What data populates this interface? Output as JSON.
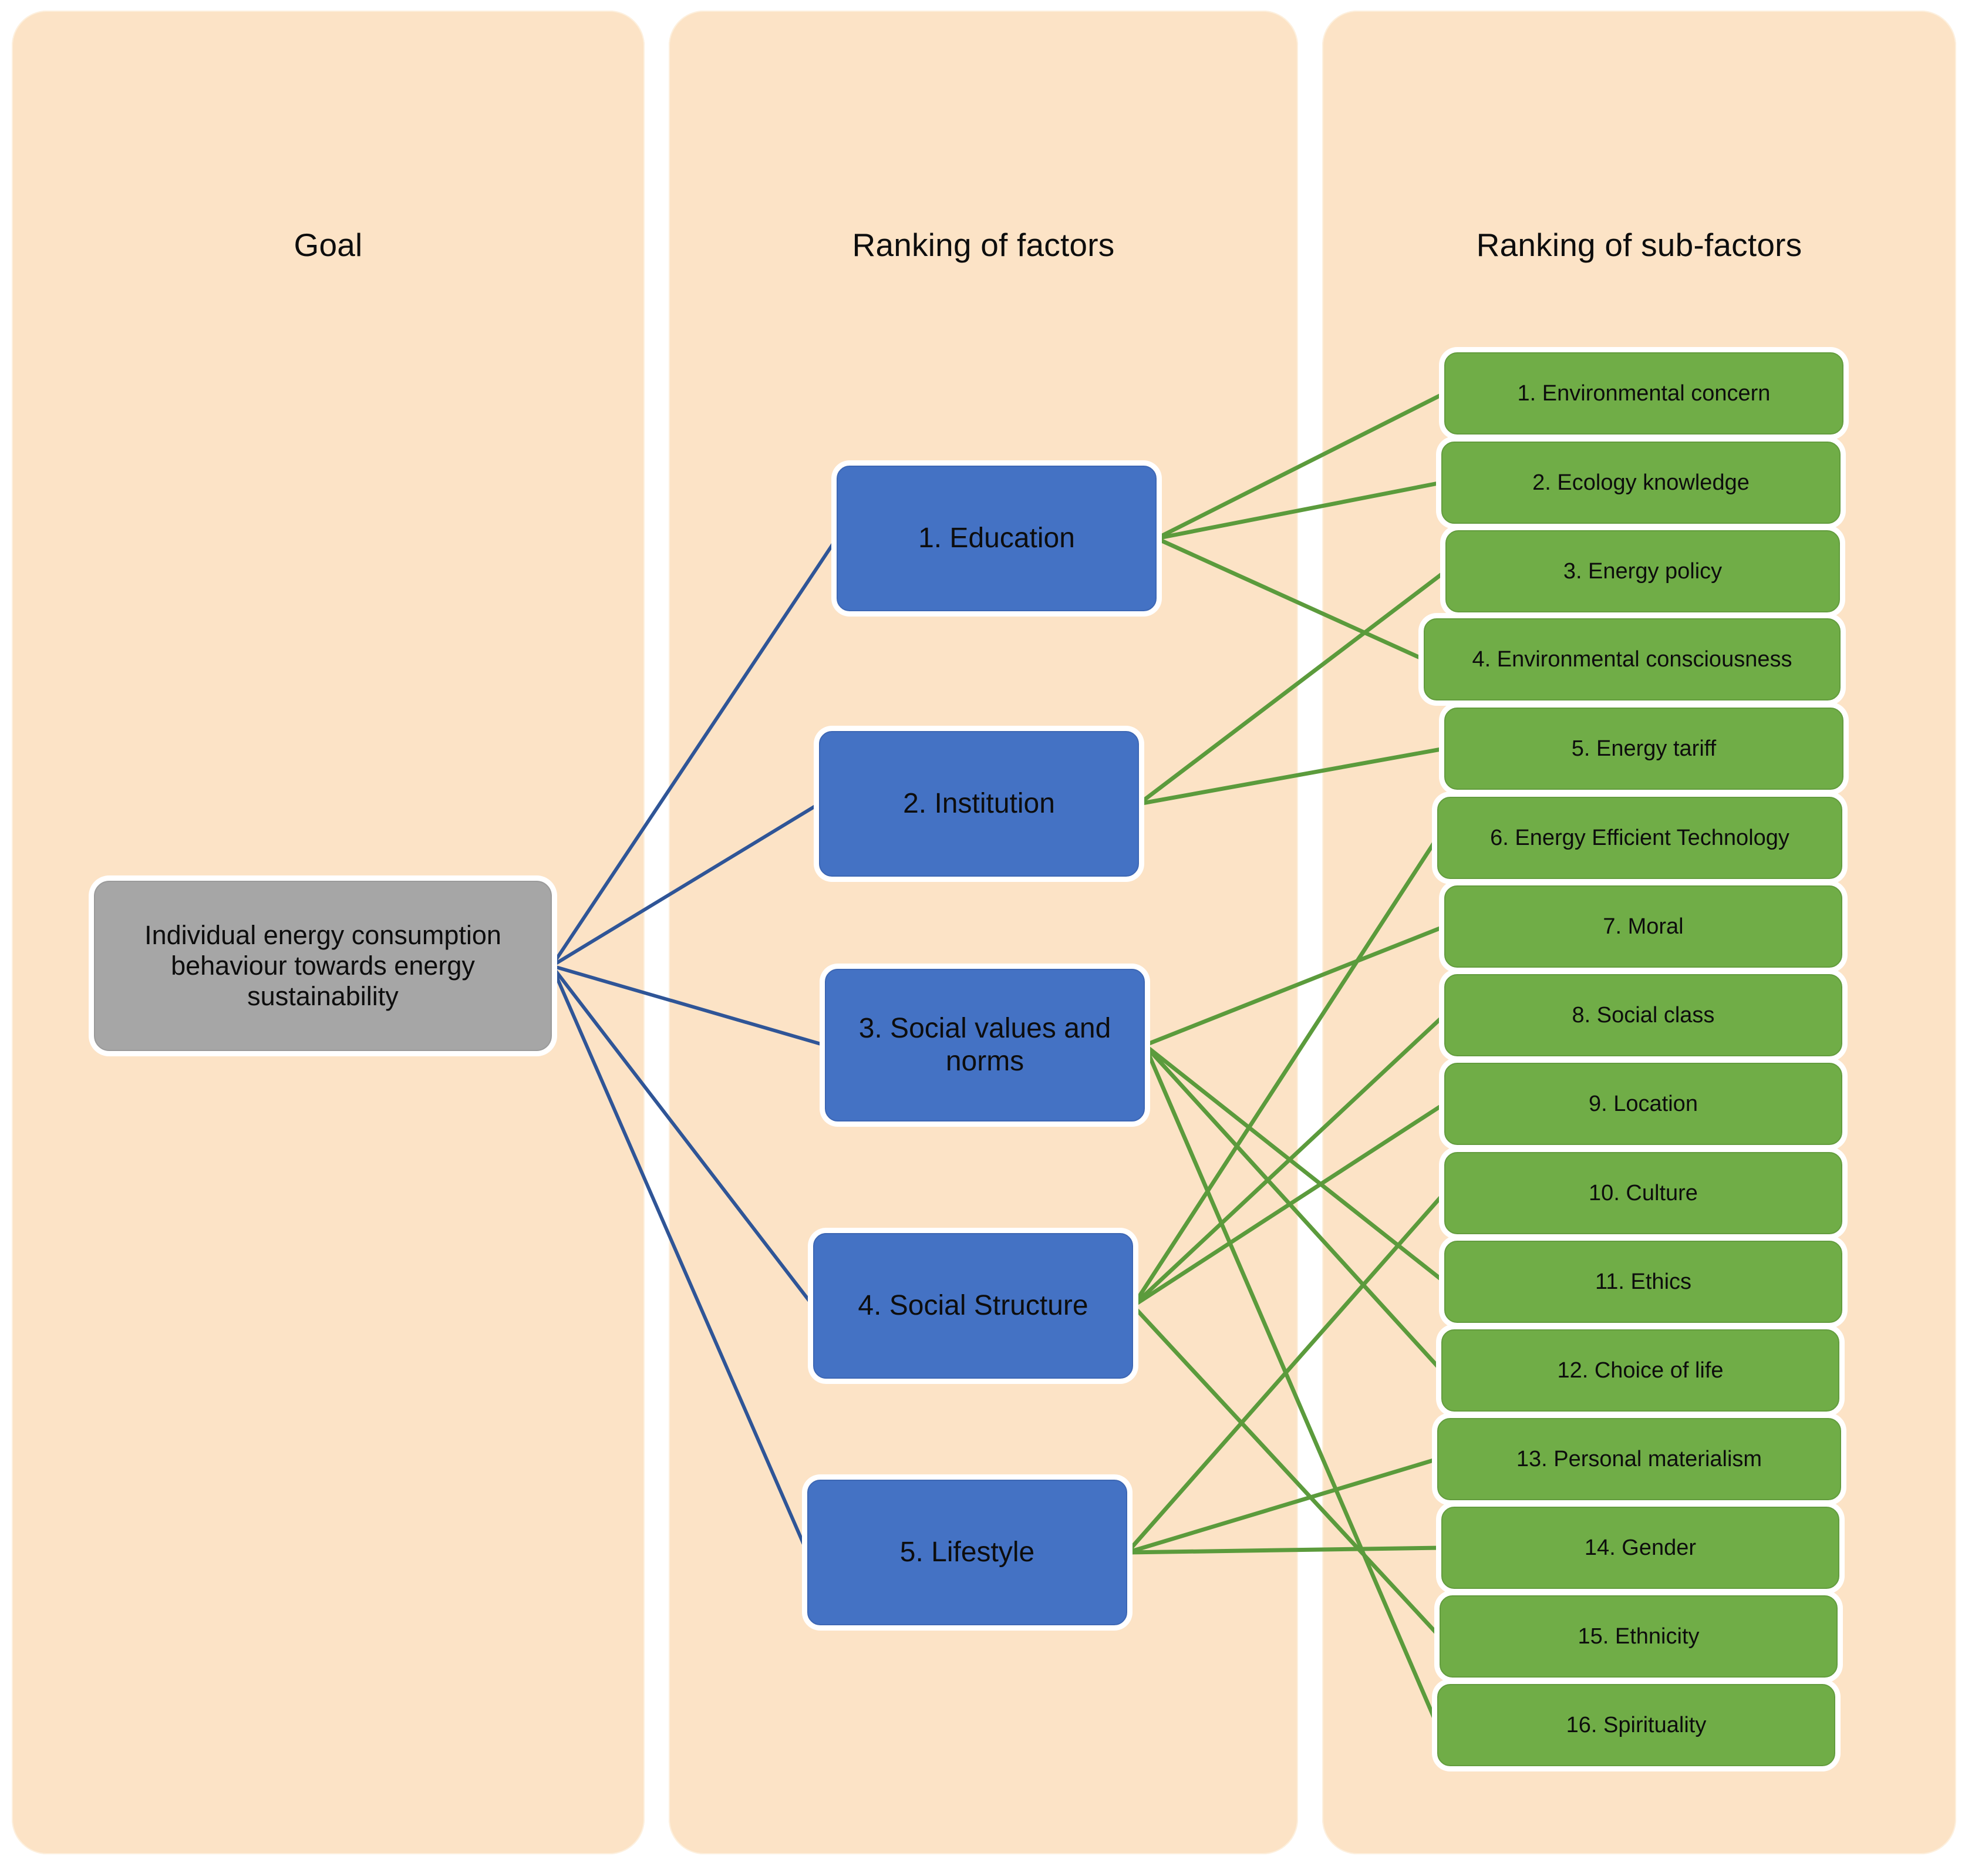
{
  "panels": {
    "goal": {
      "title": "Goal"
    },
    "factors": {
      "title": "Ranking of factors"
    },
    "subfactors": {
      "title": "Ranking of sub-factors"
    }
  },
  "goal_node": {
    "label": "Individual energy consumption behaviour towards energy sustainability",
    "color": "#A6A6A6"
  },
  "factors": [
    {
      "id": 1,
      "label": "1. Education"
    },
    {
      "id": 2,
      "label": "2. Institution"
    },
    {
      "id": 3,
      "label": "3. Social values and norms"
    },
    {
      "id": 4,
      "label": "4. Social Structure"
    },
    {
      "id": 5,
      "label": "5. Lifestyle"
    }
  ],
  "subfactors": [
    {
      "id": 1,
      "label": "1. Environmental concern"
    },
    {
      "id": 2,
      "label": "2. Ecology knowledge"
    },
    {
      "id": 3,
      "label": "3. Energy policy"
    },
    {
      "id": 4,
      "label": "4. Environmental consciousness"
    },
    {
      "id": 5,
      "label": "5. Energy tariff"
    },
    {
      "id": 6,
      "label": "6. Energy Efficient Technology"
    },
    {
      "id": 7,
      "label": "7. Moral"
    },
    {
      "id": 8,
      "label": "8. Social class"
    },
    {
      "id": 9,
      "label": "9. Location"
    },
    {
      "id": 10,
      "label": "10. Culture"
    },
    {
      "id": 11,
      "label": "11. Ethics"
    },
    {
      "id": 12,
      "label": "12. Choice of life"
    },
    {
      "id": 13,
      "label": "13. Personal materialism"
    },
    {
      "id": 14,
      "label": "14. Gender"
    },
    {
      "id": 15,
      "label": "15. Ethnicity"
    },
    {
      "id": 16,
      "label": "16. Spirituality"
    }
  ],
  "colors": {
    "panel_background": "#FCE3C6",
    "goal_node": "#A6A6A6",
    "factor_node": "#4472C4",
    "subfactor_node": "#70AD47",
    "goal_link": "#2F5597",
    "subfactor_link": "#5B9B3C",
    "page_background": "#FFFFFF",
    "text": "#0D0D0D"
  },
  "links": {
    "goal_to_factors": [
      {
        "from": "goal",
        "to": "factor-1"
      },
      {
        "from": "goal",
        "to": "factor-2"
      },
      {
        "from": "goal",
        "to": "factor-3"
      },
      {
        "from": "goal",
        "to": "factor-4"
      },
      {
        "from": "goal",
        "to": "factor-5"
      }
    ],
    "factors_to_subfactors": [
      {
        "from": "factor-1",
        "to": "sub-1"
      },
      {
        "from": "factor-1",
        "to": "sub-2"
      },
      {
        "from": "factor-1",
        "to": "sub-4"
      },
      {
        "from": "factor-2",
        "to": "sub-3"
      },
      {
        "from": "factor-2",
        "to": "sub-5"
      },
      {
        "from": "factor-3",
        "to": "sub-7"
      },
      {
        "from": "factor-3",
        "to": "sub-11"
      },
      {
        "from": "factor-3",
        "to": "sub-12"
      },
      {
        "from": "factor-3",
        "to": "sub-16"
      },
      {
        "from": "factor-4",
        "to": "sub-6"
      },
      {
        "from": "factor-4",
        "to": "sub-8"
      },
      {
        "from": "factor-4",
        "to": "sub-9"
      },
      {
        "from": "factor-4",
        "to": "sub-15"
      },
      {
        "from": "factor-5",
        "to": "sub-10"
      },
      {
        "from": "factor-5",
        "to": "sub-13"
      },
      {
        "from": "factor-5",
        "to": "sub-14"
      }
    ]
  }
}
